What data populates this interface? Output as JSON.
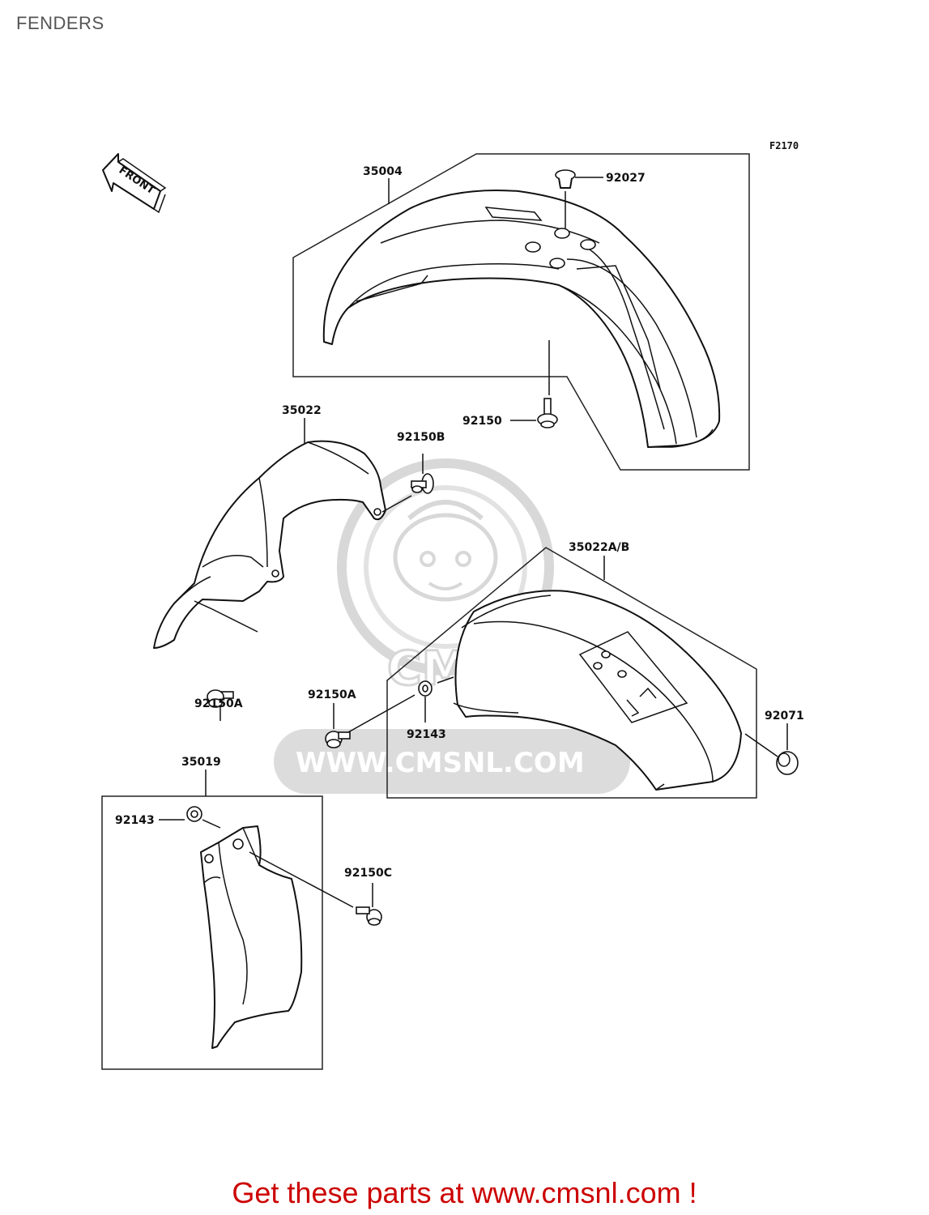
{
  "page": {
    "title": "FENDERS",
    "figure_code": "F2170",
    "footer": "Get these parts at www.cmsnl.com !"
  },
  "front_arrow": {
    "label": "FRONT"
  },
  "watermark": {
    "brand": "CMS",
    "url": "WWW.CMSNL.COM"
  },
  "parts": {
    "p35004": "35004",
    "p92027": "92027",
    "p92150": "92150",
    "p35022": "35022",
    "p92150B": "92150B",
    "p35022AB": "35022A/B",
    "p92150A_left": "92150A",
    "p92150A_mid": "92150A",
    "p92143_mid": "92143",
    "p92071": "92071",
    "p35019": "35019",
    "p92143_low": "92143",
    "p92150C": "92150C"
  },
  "colors": {
    "footer": "#cc0000",
    "title": "#555555",
    "watermark": "#d6d6d6"
  }
}
